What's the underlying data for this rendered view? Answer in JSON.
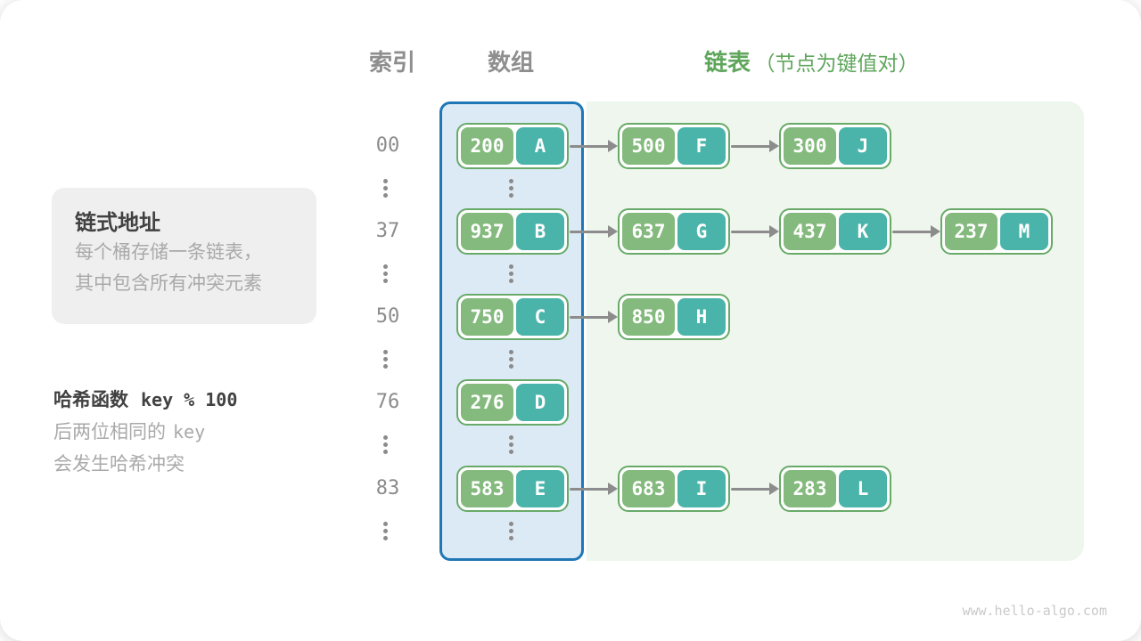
{
  "header": {
    "index": "索引",
    "array": "数组",
    "list": "链表",
    "list_note": "（节点为键值对）"
  },
  "info_box": {
    "title": "链式地址",
    "line1": "每个桶存储一条链表，",
    "line2": "其中包含所有冲突元素"
  },
  "hash_note": {
    "title": "哈希函数",
    "formula": "key % 100",
    "line1_text": "后两位相同的",
    "line1_mono": "key",
    "line2": "会发生哈希冲突"
  },
  "watermark": "www.hello-algo.com",
  "colors": {
    "key_cell_green": "#84ba7d",
    "value_cell_teal": "#4bb4aa",
    "node_border_green": "#68aa68",
    "array_fill_blue": "#dceaf6",
    "array_border_blue": "#1f77b5",
    "chain_bg_green": "#eef6ed",
    "header_green": "#5fa65c",
    "gray_text": "#8e8e8e",
    "dark_text": "#414141",
    "muted_text": "#a9a9a9",
    "arrow_gray": "#8c8c8c",
    "info_box_bg": "#efefef"
  },
  "rows": [
    {
      "index": "00",
      "bucket": {
        "key": "200",
        "value": "A"
      },
      "chain": [
        {
          "key": "500",
          "value": "F"
        },
        {
          "key": "300",
          "value": "J"
        }
      ]
    },
    {
      "index": "37",
      "bucket": {
        "key": "937",
        "value": "B"
      },
      "chain": [
        {
          "key": "637",
          "value": "G"
        },
        {
          "key": "437",
          "value": "K"
        },
        {
          "key": "237",
          "value": "M"
        }
      ]
    },
    {
      "index": "50",
      "bucket": {
        "key": "750",
        "value": "C"
      },
      "chain": [
        {
          "key": "850",
          "value": "H"
        }
      ]
    },
    {
      "index": "76",
      "bucket": {
        "key": "276",
        "value": "D"
      },
      "chain": []
    },
    {
      "index": "83",
      "bucket": {
        "key": "583",
        "value": "E"
      },
      "chain": [
        {
          "key": "683",
          "value": "I"
        },
        {
          "key": "283",
          "value": "L"
        }
      ]
    }
  ]
}
